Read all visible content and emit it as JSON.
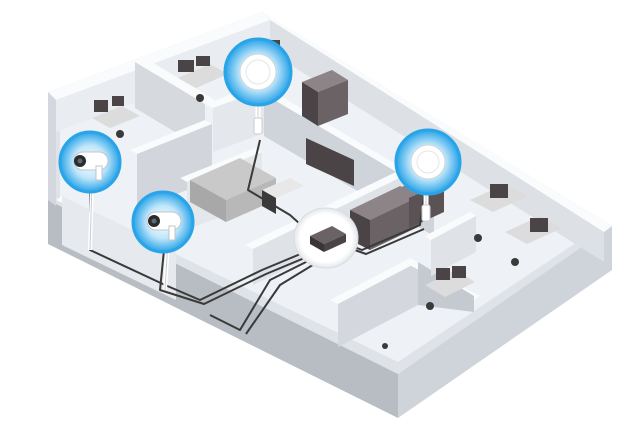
{
  "scene": {
    "type": "isometric office network installation illustration",
    "background": "#ffffff",
    "colors": {
      "floor": "#eef1f5",
      "wall_top": "#fafbfc",
      "wall_side": "#d4d8de",
      "wall_dark": "#b8bdc4",
      "cable": "#3a3a3a",
      "halo": "#2aa4e8",
      "halo_light": "#8ad2f5",
      "device": "#ffffff",
      "furniture_dark": "#4a4446",
      "furniture_light": "#c9c9c9",
      "desk": "#dcdcdc"
    }
  },
  "devices": [
    {
      "id": "access-point-top",
      "kind": "ceiling access point",
      "icon": "wifi-access-point-icon"
    },
    {
      "id": "access-point-right",
      "kind": "ceiling access point",
      "icon": "wifi-access-point-icon"
    },
    {
      "id": "camera-left-top",
      "kind": "security camera",
      "icon": "security-camera-icon"
    },
    {
      "id": "camera-left-bottom",
      "kind": "security camera",
      "icon": "security-camera-icon"
    },
    {
      "id": "network-switch",
      "kind": "poe switch",
      "icon": "network-switch-icon"
    }
  ]
}
